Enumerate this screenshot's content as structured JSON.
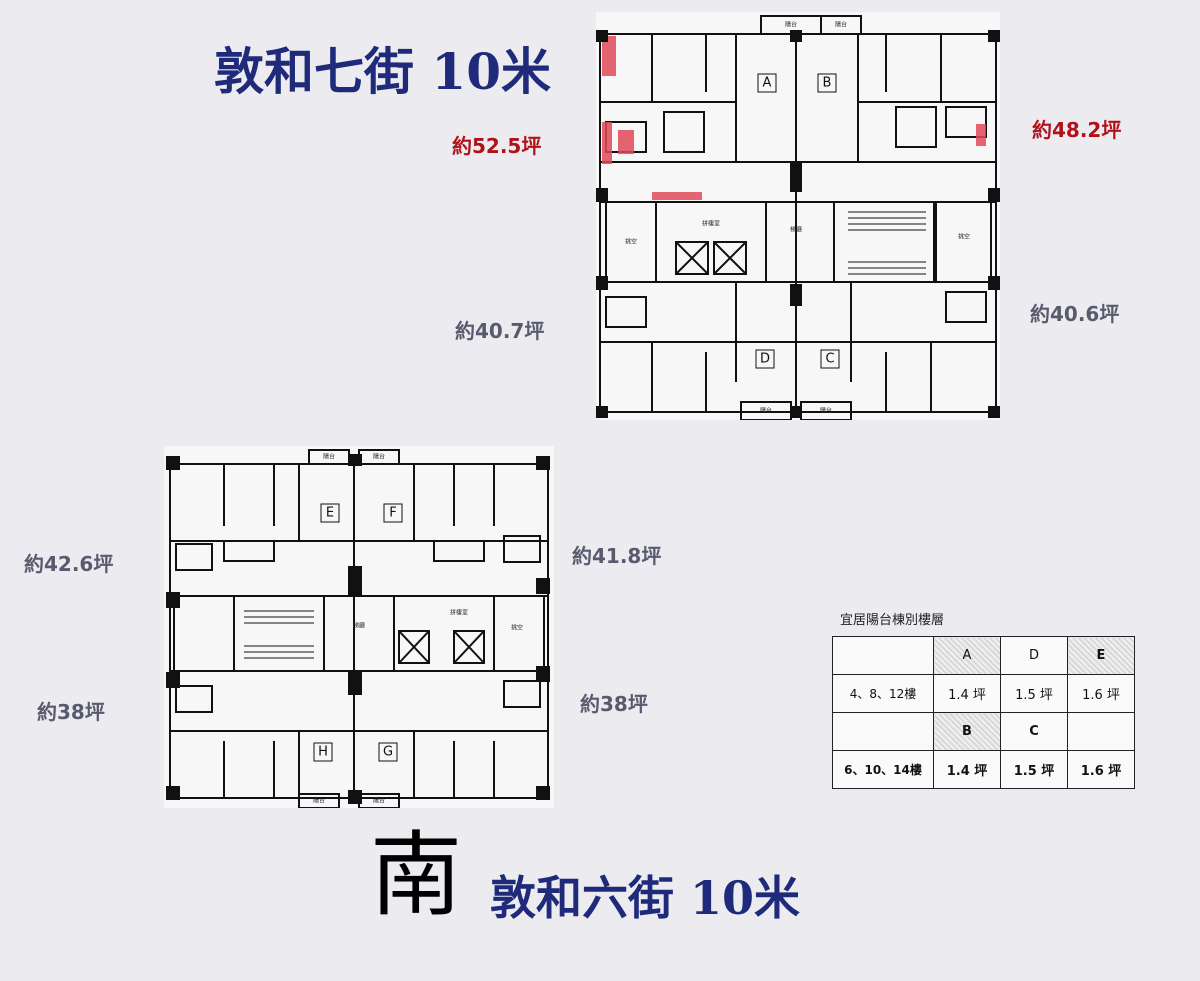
{
  "north_street": "敦和七街 10米",
  "south_street": "敦和六街 10米",
  "south_marker": "南",
  "areas": {
    "A": "約52.5坪",
    "B": "約48.2坪",
    "C": "約40.6坪",
    "D": "約40.7坪",
    "E": "約42.6坪",
    "F": "約41.8坪",
    "H": "約38坪",
    "G": "約38坪"
  },
  "plan_labels": {
    "units": [
      "A",
      "B",
      "C",
      "D",
      "E",
      "F",
      "G",
      "H"
    ],
    "balcony": "陽台",
    "void": "挑空",
    "lobby": "梯廳",
    "trash": "拼棲室"
  },
  "balcony_table": {
    "title": "宜居陽台棟別樓層",
    "row1_headers": [
      "",
      "A",
      "D",
      "E"
    ],
    "row1_floor": "4、8、12樓",
    "row1_values": [
      "1.4 坪",
      "1.5 坪",
      "1.6 坪"
    ],
    "row2_headers": [
      "",
      "B",
      "C",
      ""
    ],
    "row2_floor": "6、10、14樓",
    "row2_values": [
      "1.4 坪",
      "1.5 坪",
      "1.6 坪"
    ]
  },
  "colors": {
    "street_text": "#1f2a7a",
    "area_red": "#b0121a",
    "area_grey": "#595a6e",
    "highlight": "#e04a5a"
  }
}
